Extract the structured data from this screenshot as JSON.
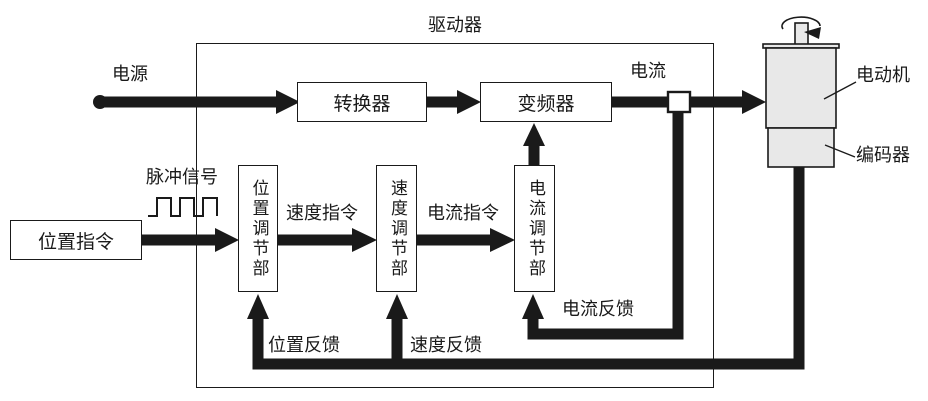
{
  "title": "驱动器",
  "labels": {
    "power": "电源",
    "current": "电流",
    "pulse_signal": "脉冲信号",
    "speed_command": "速度指令",
    "current_command": "电流指令",
    "position_feedback": "位置反馈",
    "speed_feedback": "速度反馈",
    "current_feedback": "电流反馈",
    "motor": "电动机",
    "encoder": "编码器"
  },
  "blocks": {
    "position_command": "位置指令",
    "converter": "转换器",
    "inverter": "变频器",
    "position_regulator": "位置调节部",
    "speed_regulator": "速度调节部",
    "current_regulator": "电流调节部"
  },
  "colors": {
    "line": "#1a1a1a",
    "component_fill": "#e8e8e8",
    "background": "#ffffff"
  }
}
